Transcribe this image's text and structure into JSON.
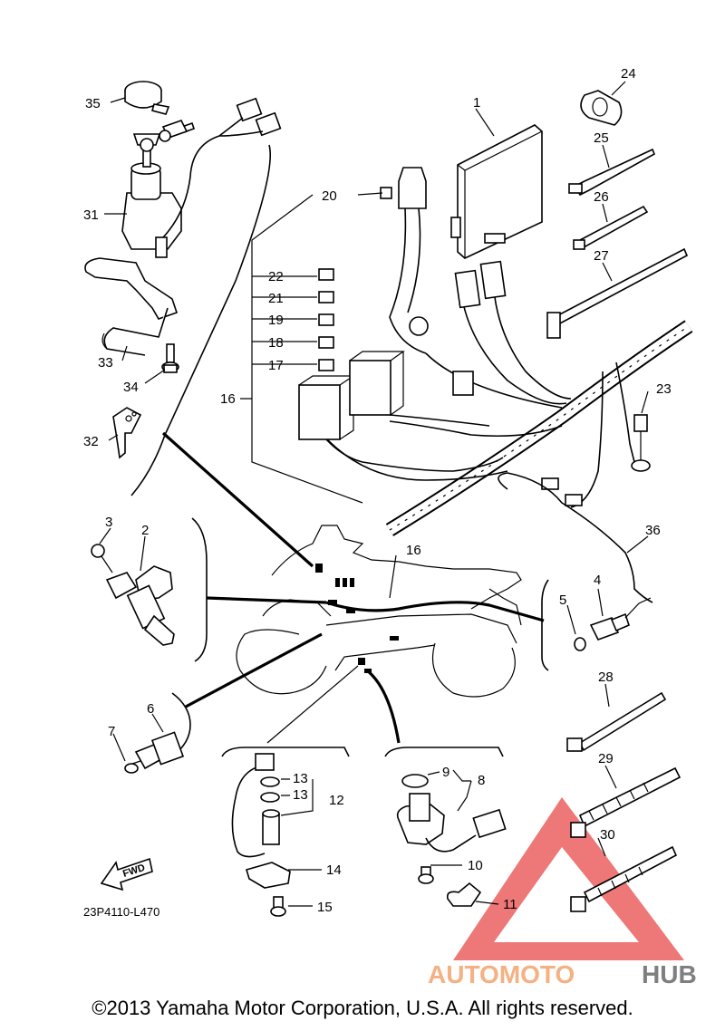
{
  "diagram_code": "23P4110-L470",
  "fwd_label": "FWD",
  "copyright": "©2013 Yamaha Motor Corporation, U.S.A. All rights reserved.",
  "watermark": {
    "part1": "AUTOMOTO",
    "part2": "HUB",
    "color1": "#f4b183",
    "color2": "#7f7f7f",
    "triangle_color": "#e84a4a"
  },
  "callouts": {
    "c1": "1",
    "c2": "2",
    "c3": "3",
    "c4": "4",
    "c5": "5",
    "c6": "6",
    "c7": "7",
    "c8": "8",
    "c9": "9",
    "c10": "10",
    "c11": "11",
    "c12": "12",
    "c13a": "13",
    "c13b": "13",
    "c14": "14",
    "c15": "15",
    "c16a": "16",
    "c16b": "16",
    "c17": "17",
    "c18": "18",
    "c19": "19",
    "c20": "20",
    "c21": "21",
    "c22": "22",
    "c23": "23",
    "c24": "24",
    "c25": "25",
    "c26": "26",
    "c27": "27",
    "c28": "28",
    "c29": "29",
    "c30": "30",
    "c31": "31",
    "c32": "32",
    "c33": "33",
    "c34": "34",
    "c35": "35",
    "c36": "36"
  }
}
